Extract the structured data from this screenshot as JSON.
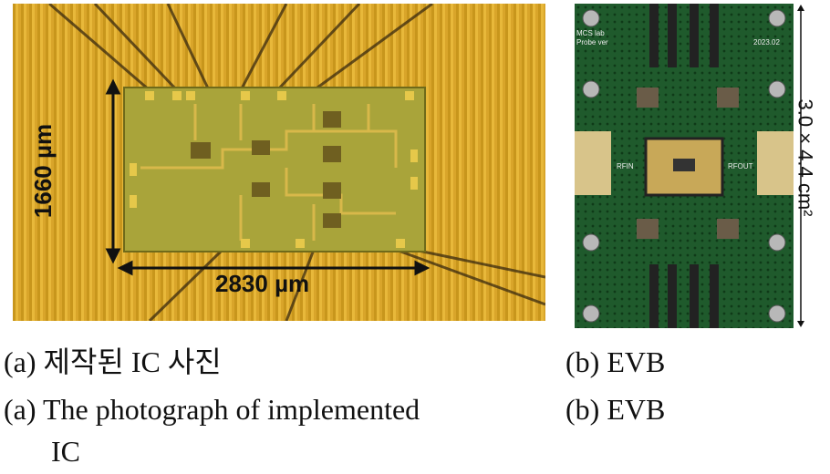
{
  "figure_a": {
    "width_label": "2830 µm",
    "height_label": "1660 µm",
    "caption_ko": "(a)  제작된  IC  사진",
    "caption_en_line1": "(a)  The  photograph  of  implemented",
    "caption_en_line2": "IC"
  },
  "figure_b": {
    "board_text_1": "MCS lab",
    "board_text_2": "Probe ver",
    "board_date": "2023.02",
    "port_in": "RFIN",
    "port_out": "RFOUT",
    "size_label": "3.0 × 4.4 cm²",
    "caption_ko": "(b)  EVB",
    "caption_en": "(b)  EVB"
  }
}
